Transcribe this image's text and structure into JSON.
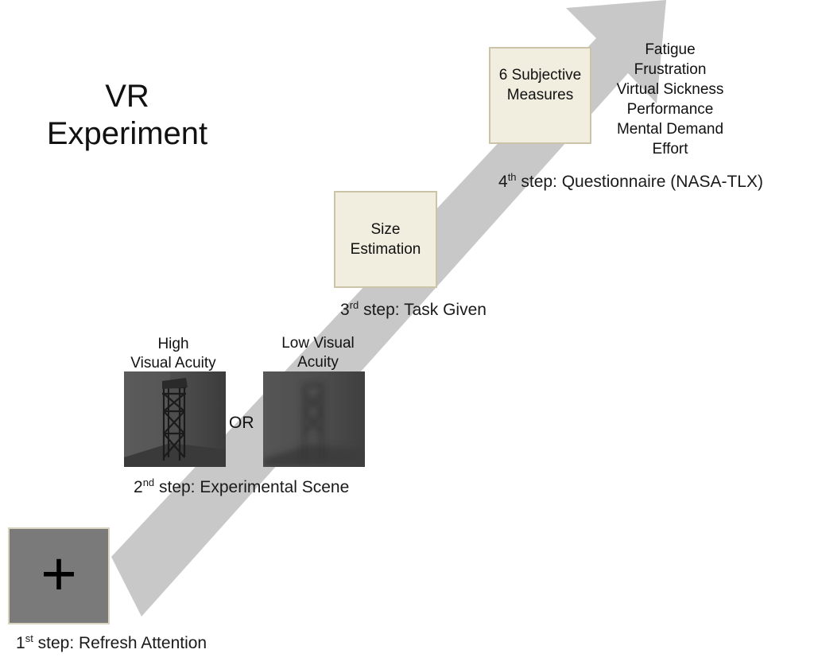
{
  "title_lines": [
    "VR",
    "Experiment"
  ],
  "steps": {
    "step1": {
      "num": "1",
      "sup": "st",
      "text": " step: Refresh Attention"
    },
    "step2": {
      "num": "2",
      "sup": "nd",
      "text": " step: Experimental Scene"
    },
    "step3": {
      "num": "3",
      "sup": "rd",
      "text": " step: Task Given"
    },
    "step4": {
      "num": "4",
      "sup": "th",
      "text": " step: Questionnaire (NASA-TLX)"
    }
  },
  "fixation_symbol": "+",
  "scenes": {
    "high_label": [
      "High",
      "Visual Acuity"
    ],
    "low_label": [
      "Low Visual",
      "Acuity"
    ],
    "or_text": "OR"
  },
  "boxes": {
    "size_estimation": [
      "Size",
      "Estimation"
    ],
    "subjective_measures": [
      "6 Subjective",
      "Measures"
    ]
  },
  "measures": [
    "Fatigue",
    "Frustration",
    "Virtual Sickness",
    "Performance",
    "Mental Demand",
    "Effort"
  ],
  "colors": {
    "arrow": "#c8c8c8",
    "box_fill": "#f1eddf",
    "box_border": "#ccc4a8",
    "fixation_fill": "#7a7a7a"
  }
}
